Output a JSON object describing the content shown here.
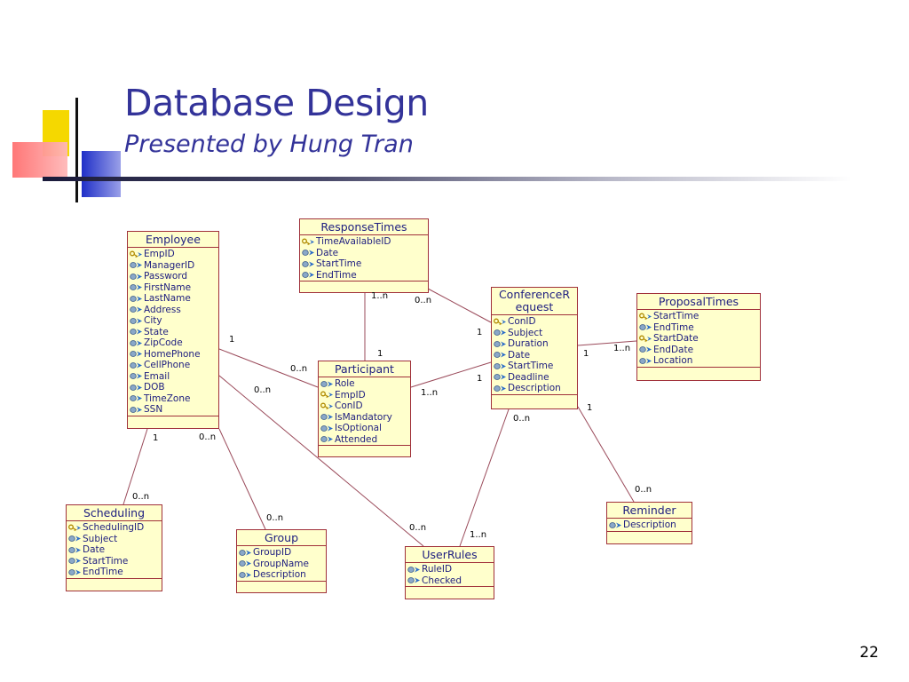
{
  "slide": {
    "title": "Database Design",
    "subtitle": "Presented by Hung Tran",
    "page_number": "22"
  },
  "entities": {
    "employee": {
      "name": "Employee",
      "attributes": [
        {
          "name": "EmpID",
          "key": true
        },
        {
          "name": "ManagerID"
        },
        {
          "name": "Password"
        },
        {
          "name": "FirstName"
        },
        {
          "name": "LastName"
        },
        {
          "name": "Address"
        },
        {
          "name": "City"
        },
        {
          "name": "State"
        },
        {
          "name": "ZipCode"
        },
        {
          "name": "HomePhone"
        },
        {
          "name": "CellPhone"
        },
        {
          "name": "Email"
        },
        {
          "name": "DOB"
        },
        {
          "name": "TimeZone"
        },
        {
          "name": "SSN"
        }
      ]
    },
    "responsetimes": {
      "name": "ResponseTimes",
      "attributes": [
        {
          "name": "TimeAvailableID",
          "key": true
        },
        {
          "name": "Date"
        },
        {
          "name": "StartTime"
        },
        {
          "name": "EndTime"
        }
      ]
    },
    "conferencerequest": {
      "name": "ConferenceR equest",
      "attributes": [
        {
          "name": "ConID",
          "key": true
        },
        {
          "name": "Subject"
        },
        {
          "name": "Duration"
        },
        {
          "name": "Date"
        },
        {
          "name": "StartTime"
        },
        {
          "name": "Deadline"
        },
        {
          "name": "Description"
        }
      ]
    },
    "proposaltimes": {
      "name": "ProposalTimes",
      "attributes": [
        {
          "name": "StartTime",
          "key": true
        },
        {
          "name": "EndTime"
        },
        {
          "name": "StartDate",
          "key": true
        },
        {
          "name": "EndDate"
        },
        {
          "name": "Location"
        }
      ]
    },
    "participant": {
      "name": "Participant",
      "attributes": [
        {
          "name": "Role"
        },
        {
          "name": "EmpID",
          "key": true
        },
        {
          "name": "ConID",
          "key": true
        },
        {
          "name": "IsMandatory"
        },
        {
          "name": "IsOptional"
        },
        {
          "name": "Attended"
        }
      ]
    },
    "scheduling": {
      "name": "Scheduling",
      "attributes": [
        {
          "name": "SchedulingID",
          "key": true
        },
        {
          "name": "Subject"
        },
        {
          "name": "Date"
        },
        {
          "name": "StartTime"
        },
        {
          "name": "EndTime"
        }
      ]
    },
    "group": {
      "name": "Group",
      "attributes": [
        {
          "name": "GroupID"
        },
        {
          "name": "GroupName"
        },
        {
          "name": "Description"
        }
      ]
    },
    "userrules": {
      "name": "UserRules",
      "attributes": [
        {
          "name": "RuleID"
        },
        {
          "name": "Checked"
        }
      ]
    },
    "reminder": {
      "name": "Reminder",
      "attributes": [
        {
          "name": "Description"
        }
      ]
    }
  },
  "multiplicities": {
    "emp_part_1": "1",
    "emp_part_n": "0..n",
    "emp_ur_n": "0..n",
    "emp_sch_1": "1",
    "sch_n": "0..n",
    "emp_grp_n": "0..n",
    "grp_n": "0..n",
    "rt_part_n": "1..n",
    "rt_part_1": "1",
    "rt_cr_n": "0..n",
    "cr_rt_1": "1",
    "cr_part_1": "1",
    "part_cr_n": "1..n",
    "cr_pt_1": "1",
    "pt_n": "1..n",
    "cr_ur_n": "0..n",
    "ur_n": "0..n",
    "ur_1n": "1..n",
    "cr_rem_1": "1",
    "rem_n": "0..n"
  },
  "colors": {
    "title": "#333399",
    "entity_fill": "#ffffcc",
    "entity_border": "#a0303a",
    "link": "#9a4a5a",
    "text": "#202080"
  },
  "icons": {
    "key": "key-icon",
    "attribute": "attribute-icon"
  }
}
